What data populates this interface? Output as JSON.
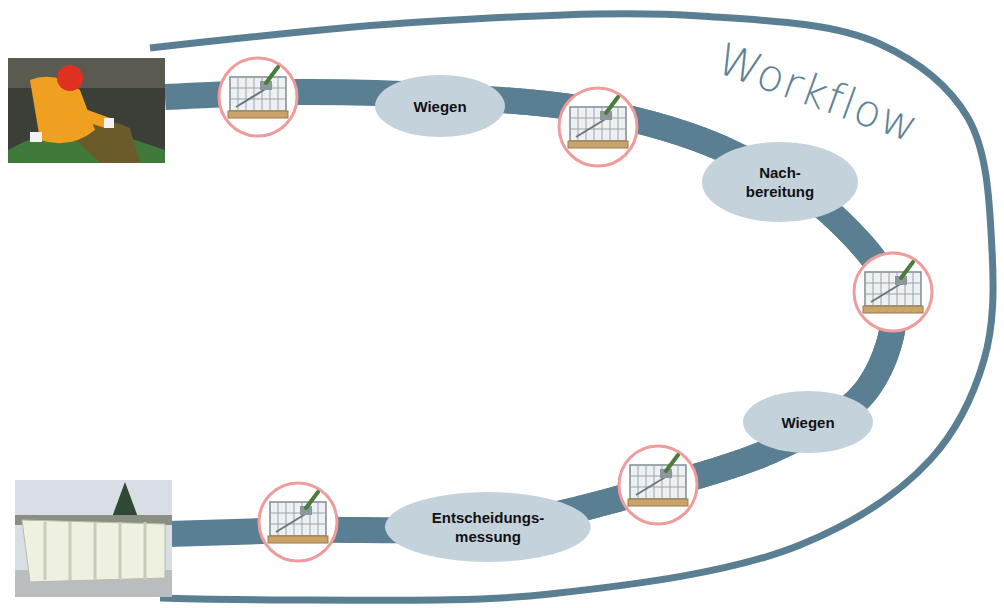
{
  "diagram": {
    "nodes": [
      {
        "text": [
          "Wiegen"
        ]
      },
      {
        "text": [
          "Nach- bereitung"
        ]
      },
      {
        "text": [
          "Wiegen"
        ]
      },
      {
        "text": [
          "Entscheidungs- messung"
        ]
      }
    ],
    "edges": [
      {
        "from": 0,
        "to": 1,
        "arrow": "none"
      },
      {
        "from": 1,
        "to": 2,
        "arrow": "none"
      },
      {
        "from": 2,
        "to": 3,
        "arrow": "none"
      }
    ],
    "labels": [
      "Workflow"
    ]
  }
}
